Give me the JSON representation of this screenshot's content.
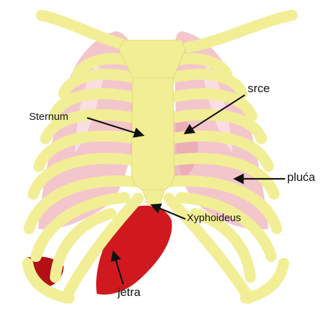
{
  "labels": {
    "sternum": "Sternum",
    "heart": "srce",
    "lungs": "pluća",
    "xiphoid": "Xyphoideus",
    "liver": "jetra"
  },
  "colors": {
    "bone": "#f1ee96",
    "bone_edge": "#e3dc78",
    "lung": "#f3c6cc",
    "lung_light": "#fbe4e7",
    "liver": "#d0191f",
    "liver_dark": "#b30f16",
    "arrow": "#111111"
  }
}
